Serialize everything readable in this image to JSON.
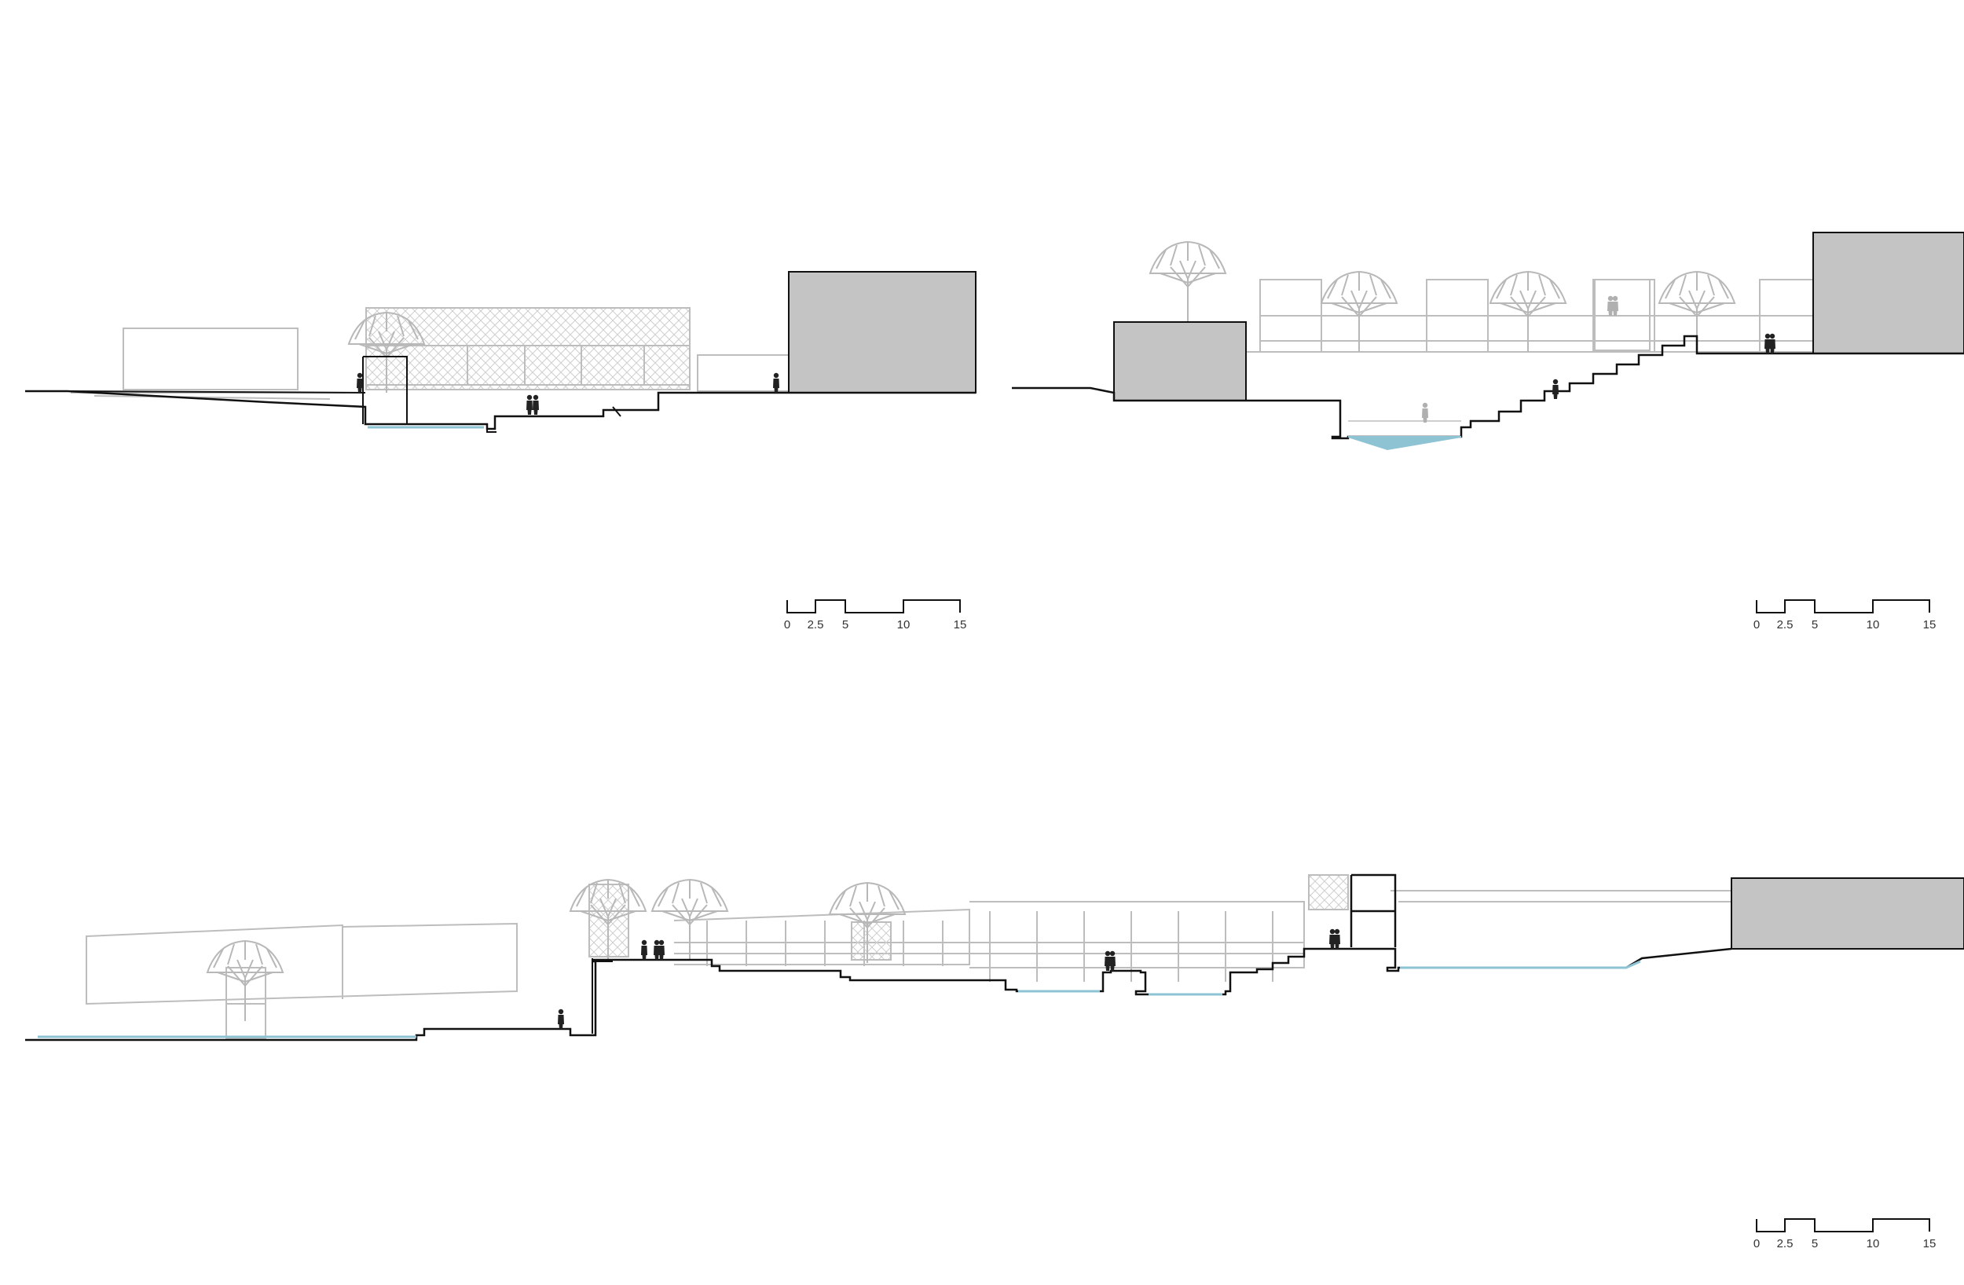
{
  "colors": {
    "ground": "#111111",
    "light_line": "#bdbdbd",
    "mass_fill": "#c4c4c4",
    "water": "#8ec3d4",
    "figure": "#222222",
    "figure_light": "#b0b0b0"
  },
  "scale_bars": [
    {
      "labels": [
        "0",
        "2.5",
        "5",
        "10",
        "15"
      ]
    },
    {
      "labels": [
        "0",
        "2.5",
        "5",
        "10",
        "15"
      ]
    },
    {
      "labels": [
        "0",
        "2.5",
        "5",
        "10",
        "15"
      ]
    }
  ],
  "icons": [
    "tree-icon",
    "person-icon",
    "lattice-screen-icon"
  ]
}
